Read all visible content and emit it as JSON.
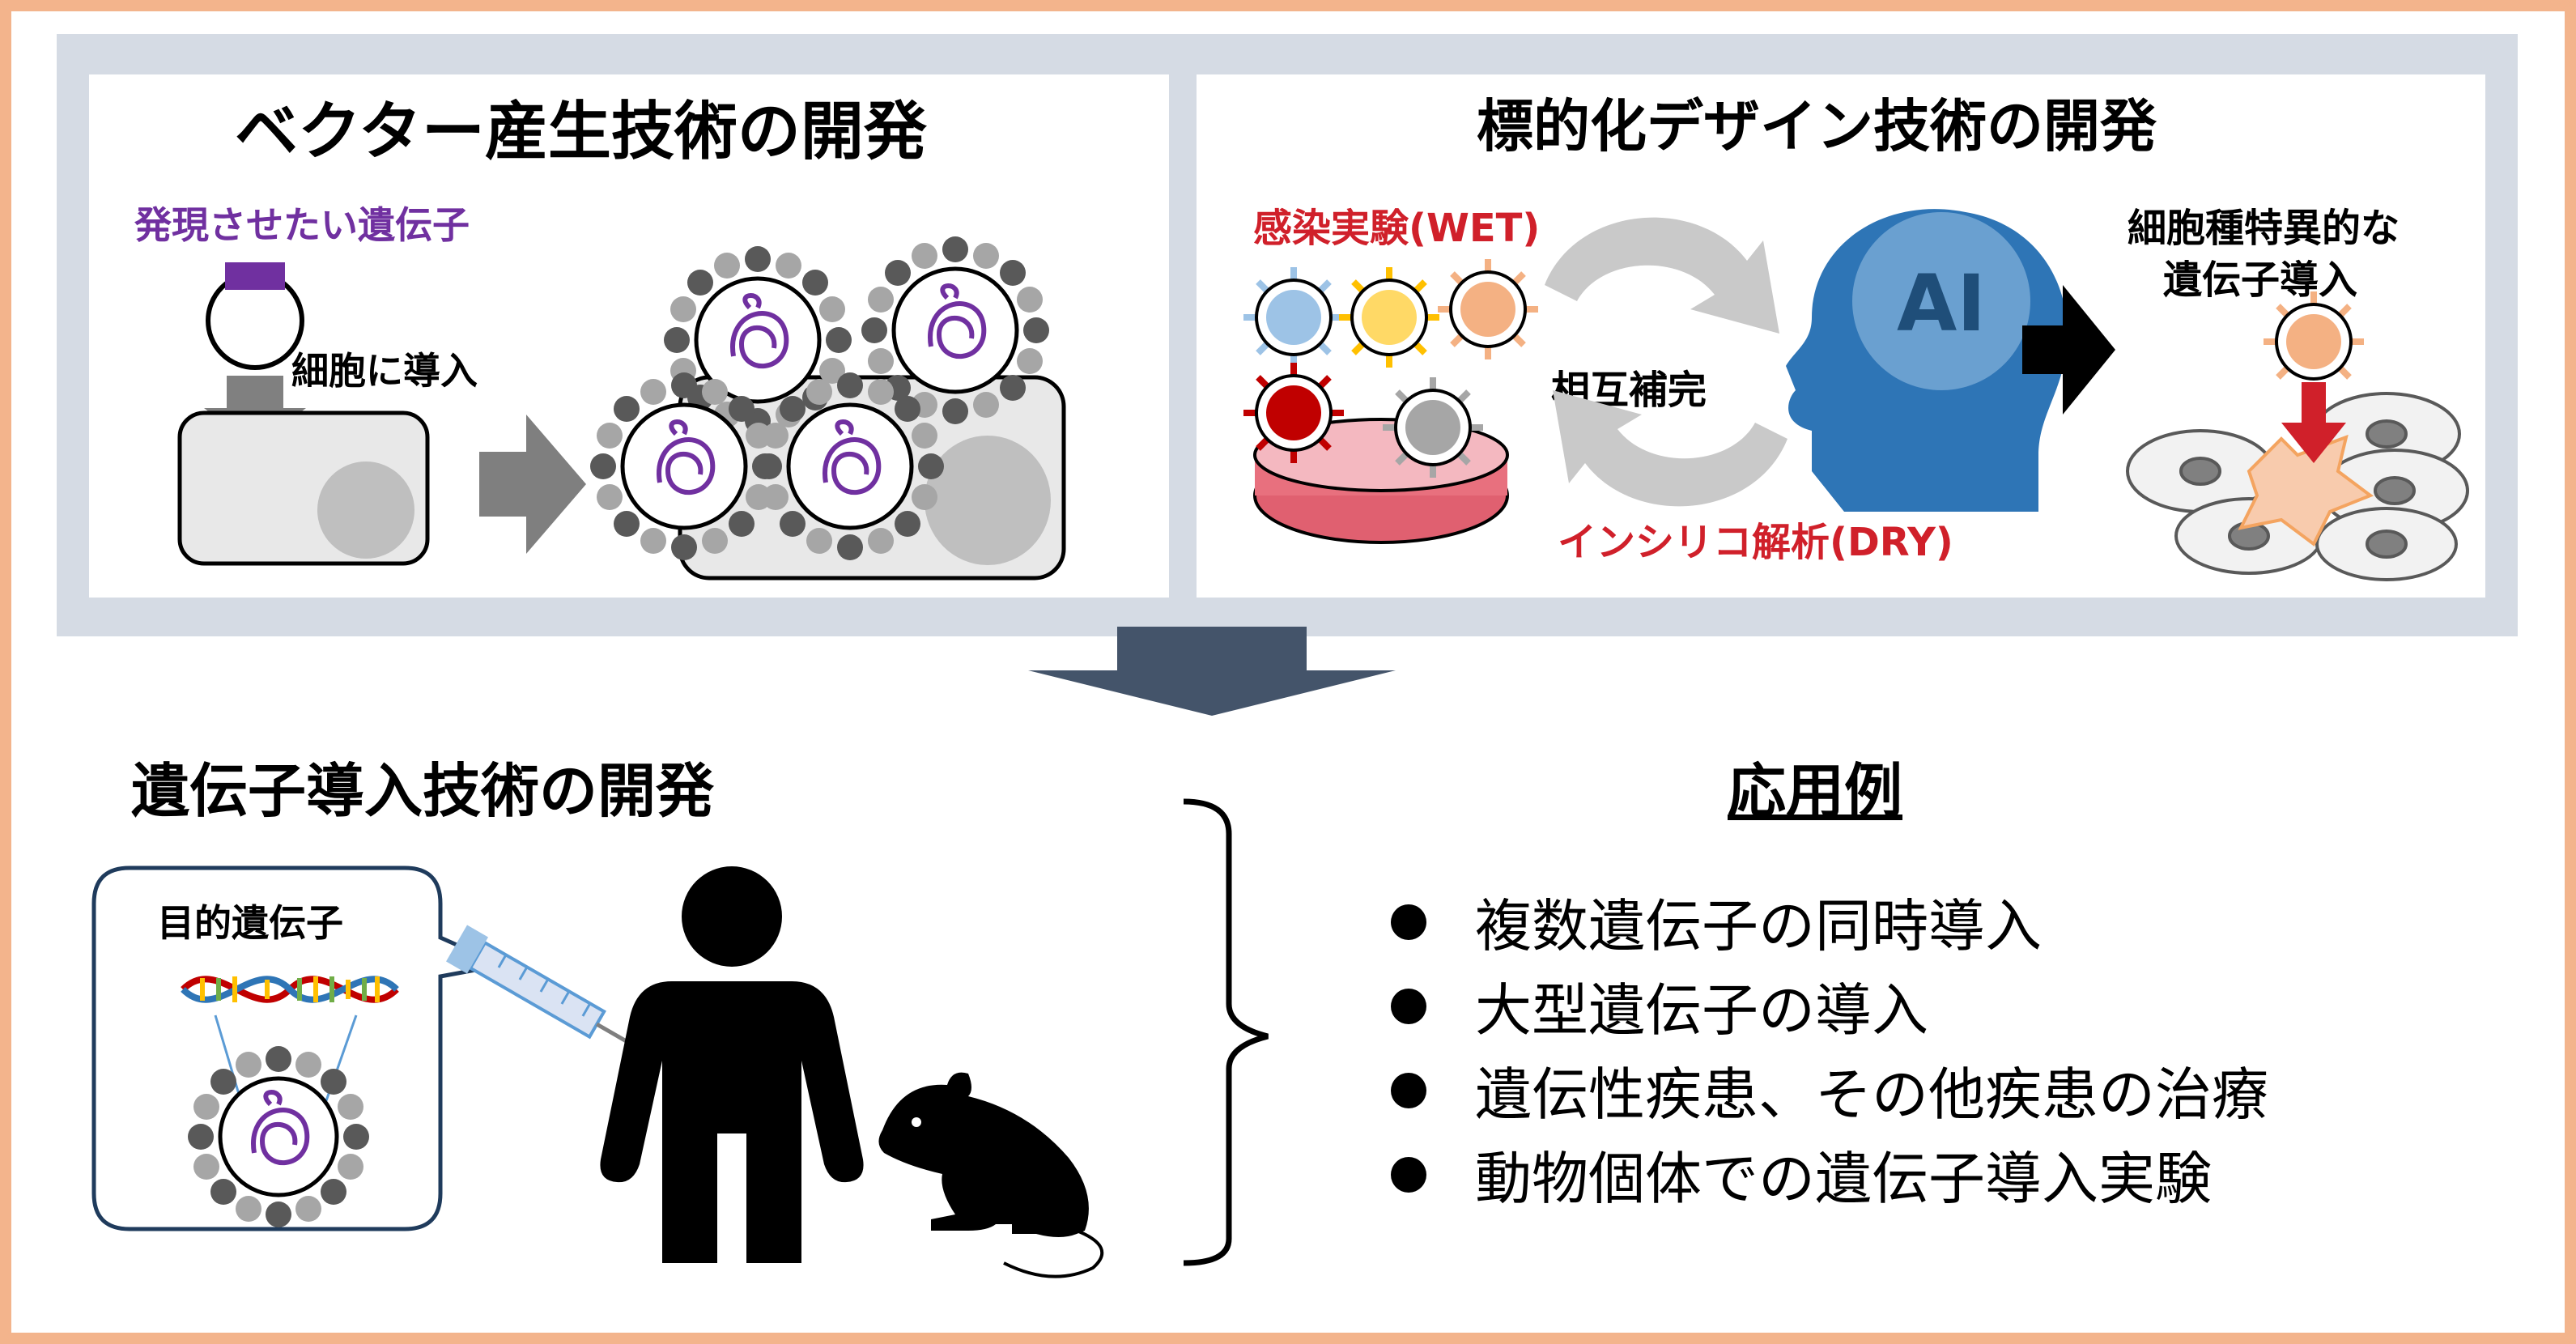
{
  "vector_panel": {
    "title": "ベクター産生技術の開発",
    "gene_label": "発現させたい遺伝子",
    "transfect_label": "細胞に導入"
  },
  "targeting_panel": {
    "title": "標的化デザイン技術の開発",
    "wet_label": "感染実験(WET)",
    "mutual_label": "相互補完",
    "ai_label": "AI",
    "dry_label": "インシリコ解析(DRY)",
    "result_line1": "細胞種特異的な",
    "result_line2": "遺伝子導入"
  },
  "delivery": {
    "title": "遺伝子導入技術の開発",
    "bubble_label": "目的遺伝子"
  },
  "applications": {
    "title": "応用例",
    "items": [
      "複数遺伝子の同時導入",
      "大型遺伝子の導入",
      "遺伝性疾患、その他疾患の治療",
      "動物個体での遺伝子導入実験"
    ]
  },
  "colors": {
    "border": "#f3b48c",
    "band": "#d5dbe4",
    "purple": "#7030a0",
    "red": "#d0202a",
    "navy_arrow": "#44546a"
  }
}
